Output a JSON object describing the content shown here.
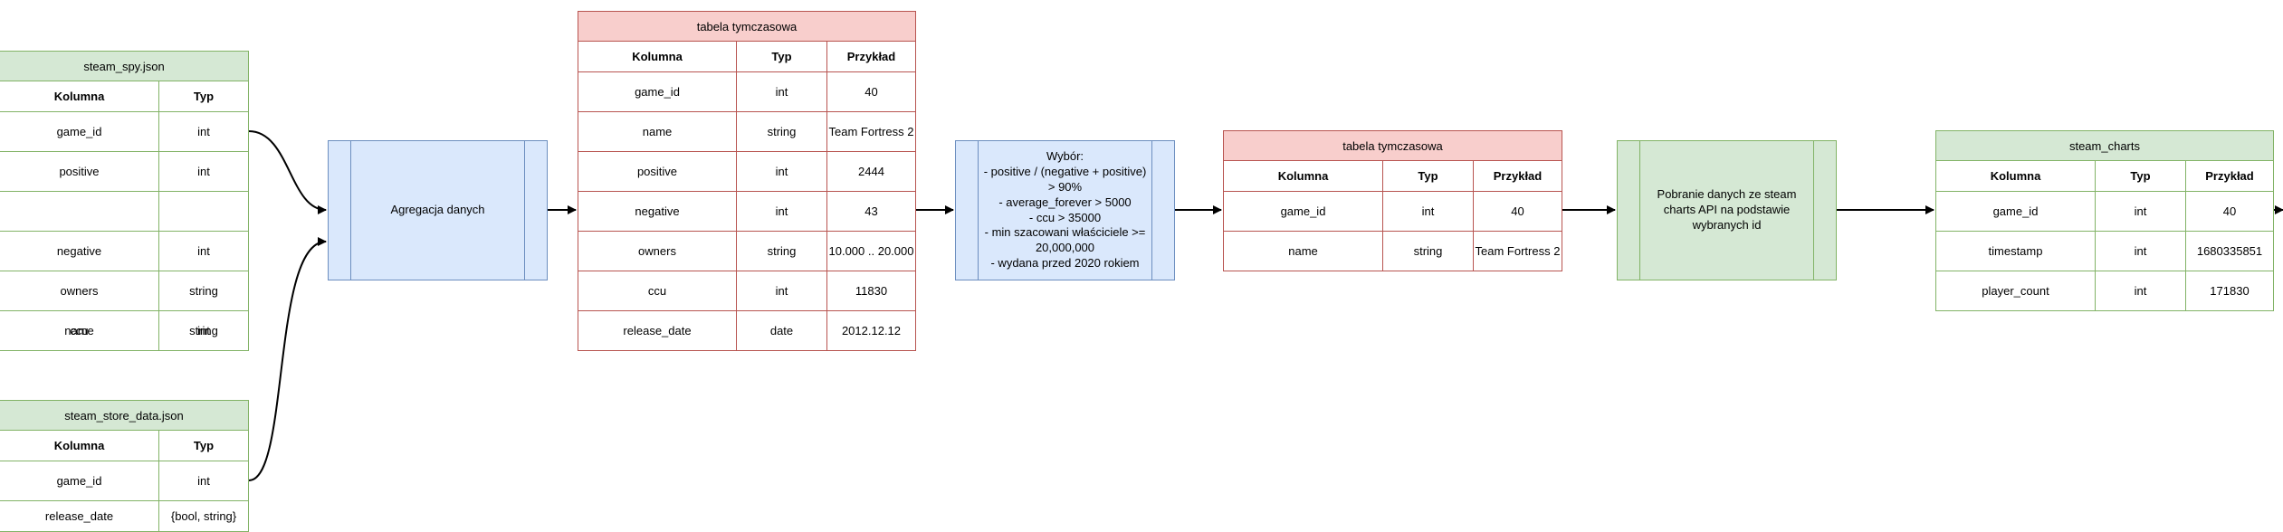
{
  "tables": {
    "steam_spy": {
      "title": "steam_spy.json",
      "headers": [
        "Kolumna",
        "Typ"
      ],
      "rows": [
        [
          "game_id",
          "int"
        ],
        [
          "positive",
          "int"
        ],
        [
          "",
          ""
        ],
        [
          "negative",
          "int"
        ],
        [
          "owners",
          "string"
        ],
        [
          "name",
          "string"
        ]
      ],
      "overlap_row": [
        "ccu",
        "int"
      ]
    },
    "steam_store": {
      "title": "steam_store_data.json",
      "headers": [
        "Kolumna",
        "Typ"
      ],
      "rows": [
        [
          "game_id",
          "int"
        ],
        [
          "release_date",
          "{bool, string}"
        ]
      ]
    },
    "temp1": {
      "title": "tabela tymczasowa",
      "headers": [
        "Kolumna",
        "Typ",
        "Przykład"
      ],
      "rows": [
        [
          "game_id",
          "int",
          "40"
        ],
        [
          "name",
          "string",
          "Team Fortress 2"
        ],
        [
          "positive",
          "int",
          "2444"
        ],
        [
          "negative",
          "int",
          "43"
        ],
        [
          "owners",
          "string",
          "10.000 .. 20.000"
        ],
        [
          "ccu",
          "int",
          "11830"
        ],
        [
          "release_date",
          "date",
          "2012.12.12"
        ]
      ]
    },
    "temp2": {
      "title": "tabela tymczasowa",
      "headers": [
        "Kolumna",
        "Typ",
        "Przykład"
      ],
      "rows": [
        [
          "game_id",
          "int",
          "40"
        ],
        [
          "name",
          "string",
          "Team Fortress 2"
        ]
      ]
    },
    "steam_charts": {
      "title": "steam_charts",
      "headers": [
        "Kolumna",
        "Typ",
        "Przykład"
      ],
      "rows": [
        [
          "game_id",
          "int",
          "40"
        ],
        [
          "timestamp",
          "int",
          "1680335851"
        ],
        [
          "player_count",
          "int",
          "171830"
        ]
      ]
    }
  },
  "processes": {
    "aggregate": {
      "lines": [
        "Agregacja danych"
      ]
    },
    "select": {
      "lines": [
        "Wybór:",
        "- positive / (negative + positive)",
        "> 90%",
        "- average_forever > 5000",
        "- ccu > 35000",
        "- min szacowani właściciele >=",
        "20,000,000",
        "- wydana przed 2020 rokiem"
      ]
    },
    "fetch": {
      "lines": [
        "Pobranie danych ze steam",
        "charts API na podstawie",
        "wybranych id"
      ]
    }
  },
  "colors": {
    "green_fill": "#d5e8d4",
    "green_stroke": "#82b366",
    "red_fill": "#f8cecc",
    "red_stroke": "#b85450",
    "blue_fill": "#dae8fc",
    "blue_stroke": "#6c8ebf",
    "connector": "#000000"
  }
}
